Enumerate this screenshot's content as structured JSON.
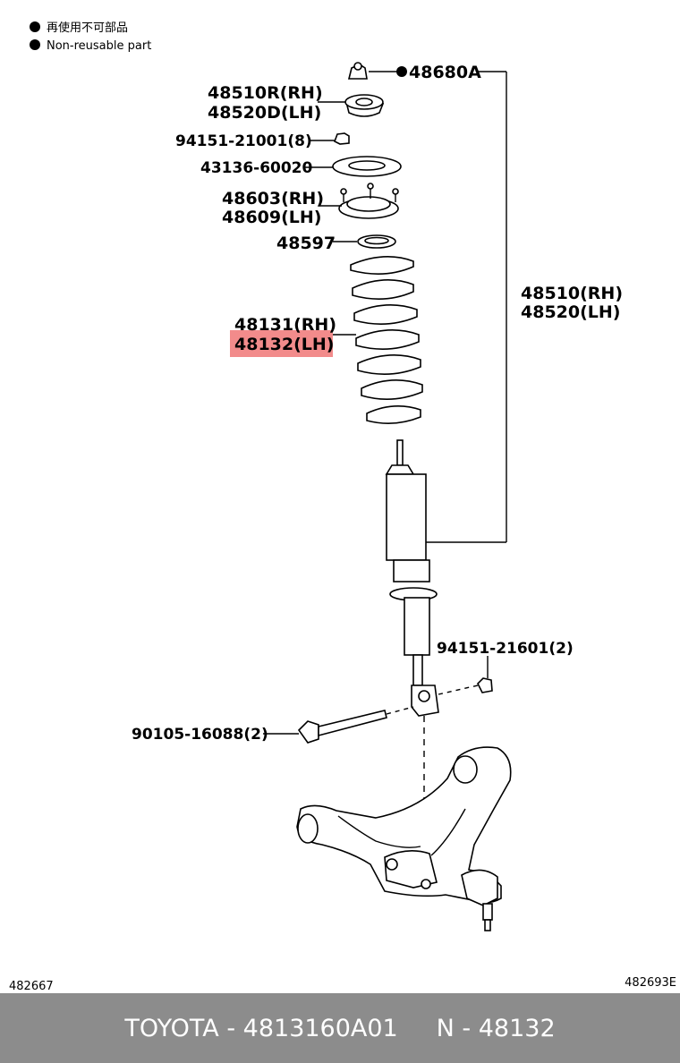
{
  "legend": {
    "jp": "再使用不可部品",
    "en": "Non-reusable part"
  },
  "callouts": {
    "p48680a": "48680A",
    "p48510r": "48510R(RH)",
    "p48520d": "48520D(LH)",
    "p94151_21001": "94151-21001(8)",
    "p43136": "43136-60020",
    "p48603": "48603(RH)",
    "p48609": "48609(LH)",
    "p48597": "48597",
    "p48131": "48131(RH)",
    "p48132": "48132(LH)",
    "p48510": "48510(RH)",
    "p48520": "48520(LH)",
    "p94151_21601": "94151-21601(2)",
    "p90105": "90105-16088(2)"
  },
  "refs": {
    "left": "482667",
    "right": "482693E"
  },
  "footer": {
    "brand_text": "TOYOTA - 4813160A01     N - 48132"
  },
  "colors": {
    "highlight": "#f28b8b",
    "footer_bg": "#8c8c8c"
  }
}
